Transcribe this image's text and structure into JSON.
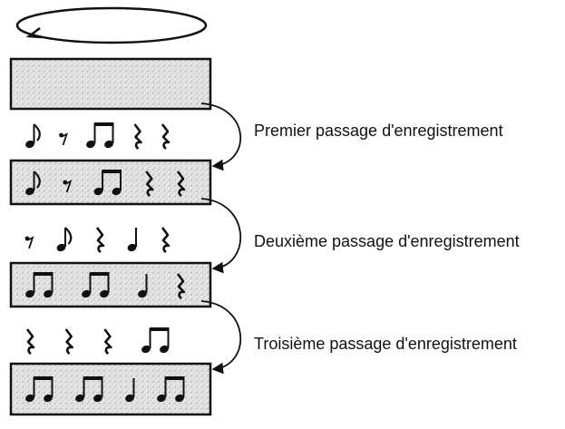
{
  "diagram": {
    "passes": [
      {
        "label": "Premier passage d'enregistrement",
        "input": [
          "eighth-note",
          "eighth-rest",
          "beamed-eighths",
          "quarter-rest",
          "quarter-rest"
        ],
        "result": [
          "eighth-note",
          "eighth-rest",
          "beamed-eighths",
          "quarter-rest",
          "quarter-rest"
        ]
      },
      {
        "label": "Deuxième passage d'enregistrement",
        "input": [
          "eighth-rest",
          "eighth-note",
          "quarter-rest",
          "quarter-note",
          "quarter-rest"
        ],
        "result": [
          "beamed-eighths",
          "beamed-eighths",
          "quarter-note",
          "quarter-rest"
        ]
      },
      {
        "label": "Troisième passage d'enregistrement",
        "input": [
          "quarter-rest",
          "quarter-rest",
          "quarter-rest",
          "beamed-eighths"
        ],
        "result": [
          "beamed-eighths",
          "beamed-eighths",
          "quarter-note",
          "beamed-eighths"
        ]
      }
    ],
    "colors": {
      "ink": "#111111",
      "track_fill": "#e6e6e6",
      "track_speckle": "#9a9a9a"
    }
  }
}
